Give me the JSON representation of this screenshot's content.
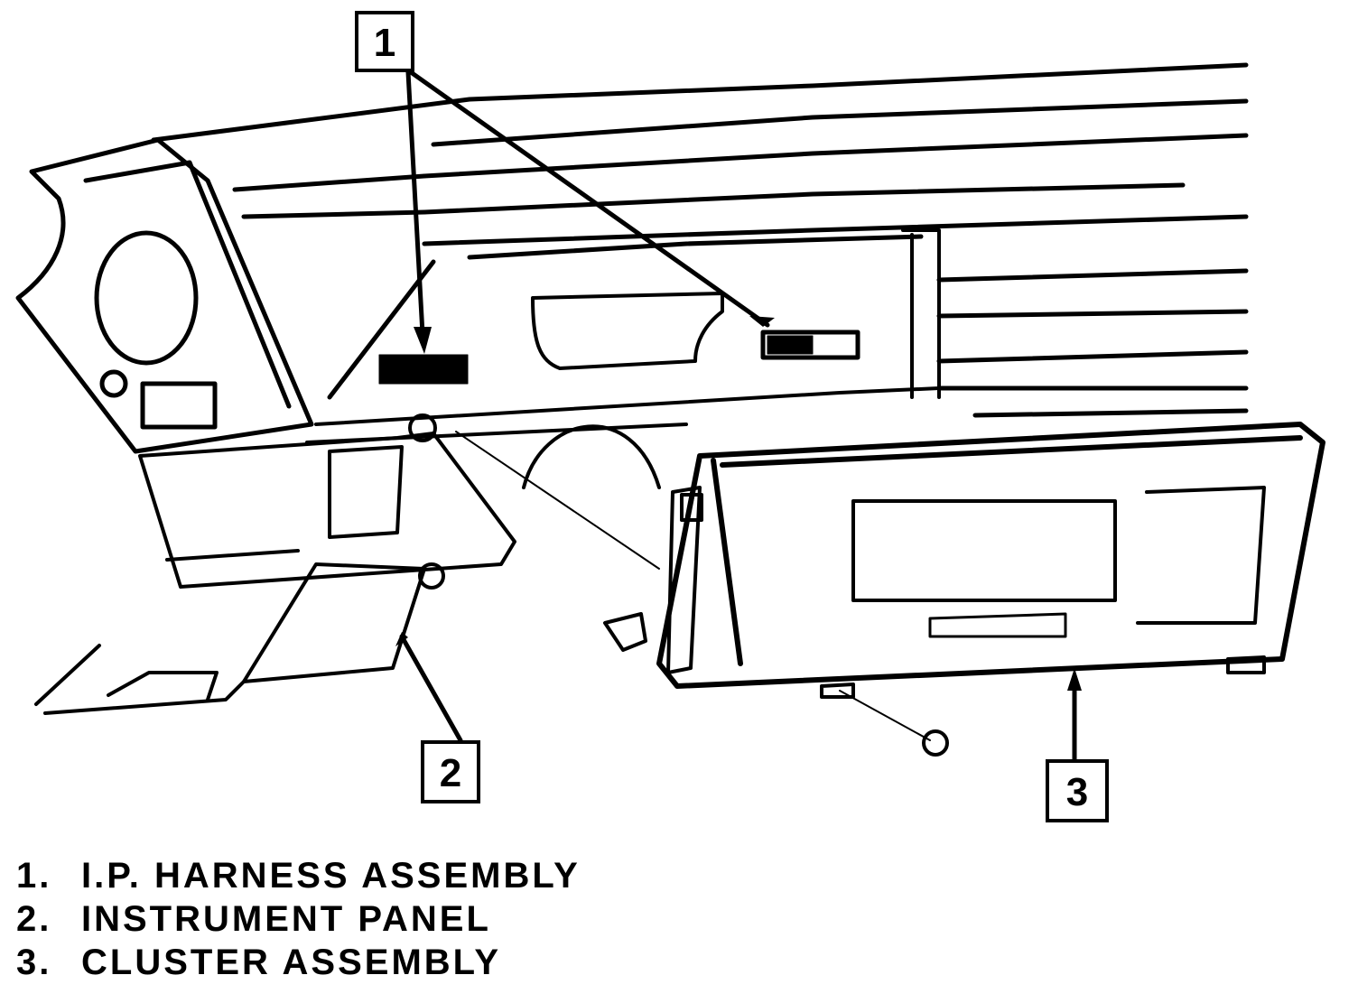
{
  "diagram": {
    "callouts": [
      {
        "number": "1"
      },
      {
        "number": "2"
      },
      {
        "number": "3"
      }
    ],
    "legend": [
      {
        "number": "1.",
        "label": "I.P. HARNESS ASSEMBLY"
      },
      {
        "number": "2.",
        "label": "INSTRUMENT PANEL"
      },
      {
        "number": "3.",
        "label": "CLUSTER ASSEMBLY"
      }
    ]
  }
}
